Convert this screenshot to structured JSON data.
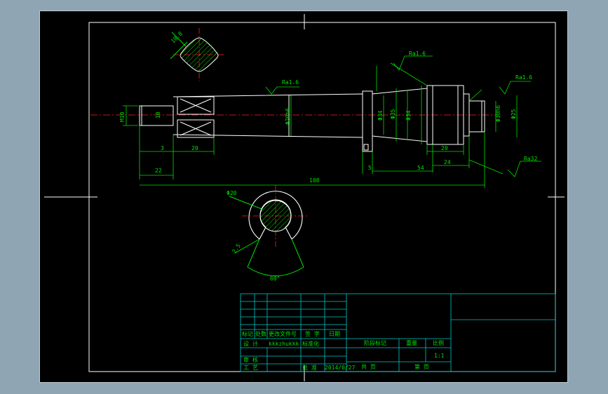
{
  "colors": {
    "background": "#8fa5b3",
    "canvas": "#000000",
    "border": "#ffffff",
    "outline": "#ffffff",
    "dimension": "#00e000",
    "centerline": "#ff2020",
    "hatch": "#00e000",
    "table": "#00c8c8"
  },
  "annotations": {
    "rough_main": "Ra1.6",
    "rough_right_top": "Ra1.6",
    "rough_right": "Ra1.6",
    "rough_bottom": "Ra32",
    "diag_dim": "18.8",
    "section_dia": "Φ20",
    "section_angle": "60°",
    "section_small": "2.5"
  },
  "dimensions": {
    "thread": "M10",
    "d10": "10",
    "d3": "3",
    "d20": "20",
    "d22": "22",
    "dmain": "Φ20h6",
    "total": "108",
    "d5": "5",
    "d54": "54",
    "d24": "24",
    "d20b": "20",
    "r_d1": "Φ34",
    "r_d2": "Φ35",
    "r_d3": "Φ34",
    "r_d4": "Φ30h6",
    "r_d5": "Φ25"
  },
  "title_block": {
    "labels": {
      "mark": "标记",
      "count": "处数",
      "zone": "更改文件号",
      "sign": "签 字",
      "date": "日期",
      "design": "设 计",
      "designer": "kkkzhukkk",
      "std": "标准化",
      "check": "审 核",
      "process": "工 艺",
      "approve": "批 准",
      "approve_date": "2014/0/27",
      "stage": "阶段标记",
      "weight": "重量",
      "scale": "比例",
      "scale_value": "1:1",
      "total_sheets": "共  页",
      "sheet_no": "第  页"
    }
  }
}
